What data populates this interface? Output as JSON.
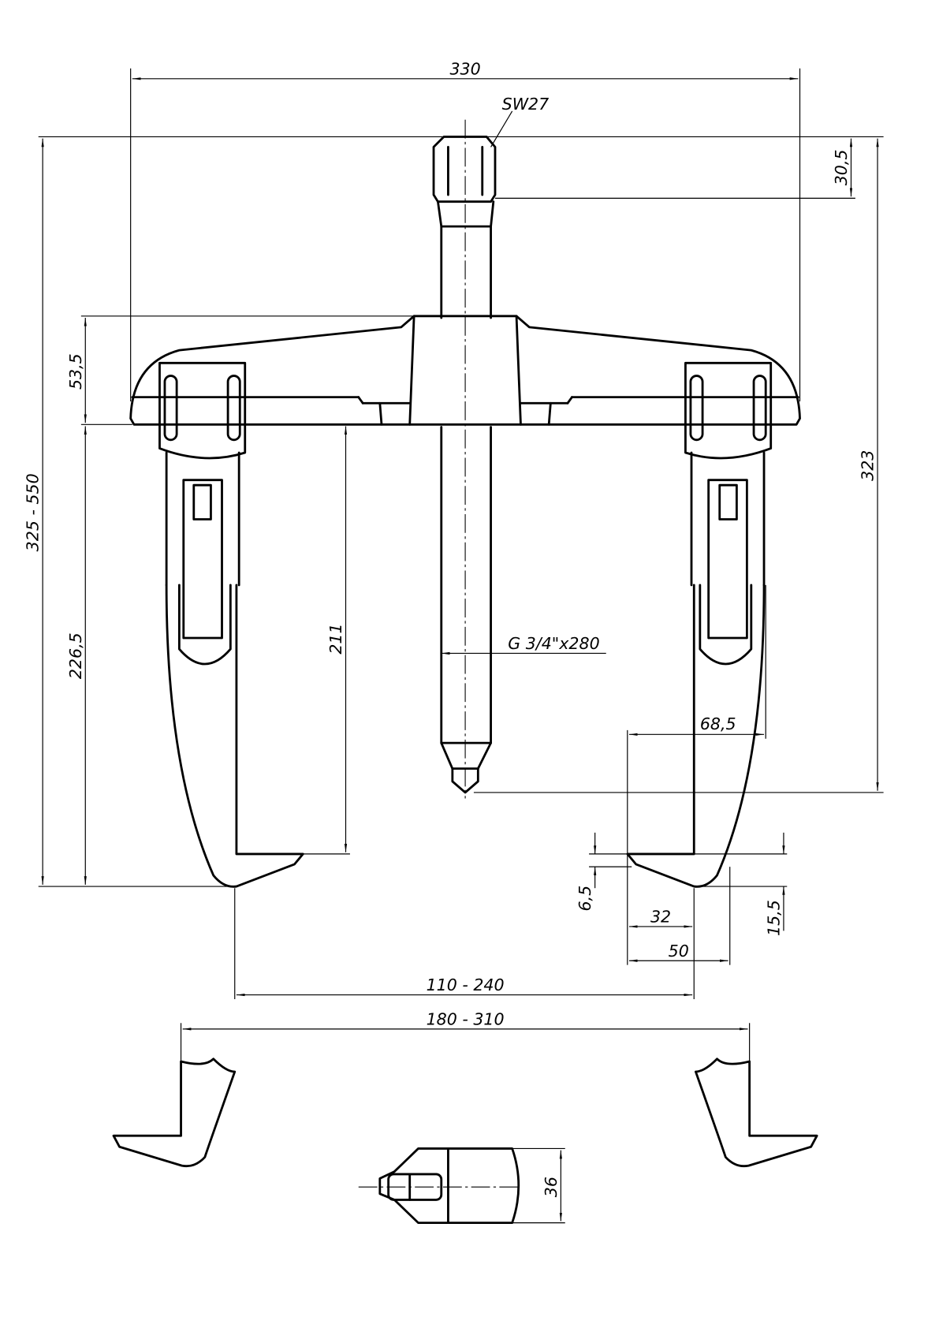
{
  "title": "Two-arm puller dimension drawing",
  "dimensions": {
    "overall_width": "330",
    "wrench_size": "SW27",
    "nut_height": "30,5",
    "spindle_reach": "323",
    "overall_height": "325 - 550",
    "beam_height": "53,5",
    "arm_length": "226,5",
    "inner_reach": "211",
    "thread": "G 3/4\"x280",
    "jaw_offset": "68,5",
    "jaw_tip_thickness": "6,5",
    "jaw_height": "15,5",
    "jaw_depth": "32",
    "jaw_width": "50",
    "internal_span": "110 - 240",
    "external_span": "180 - 310",
    "jaw_block_width": "36"
  }
}
